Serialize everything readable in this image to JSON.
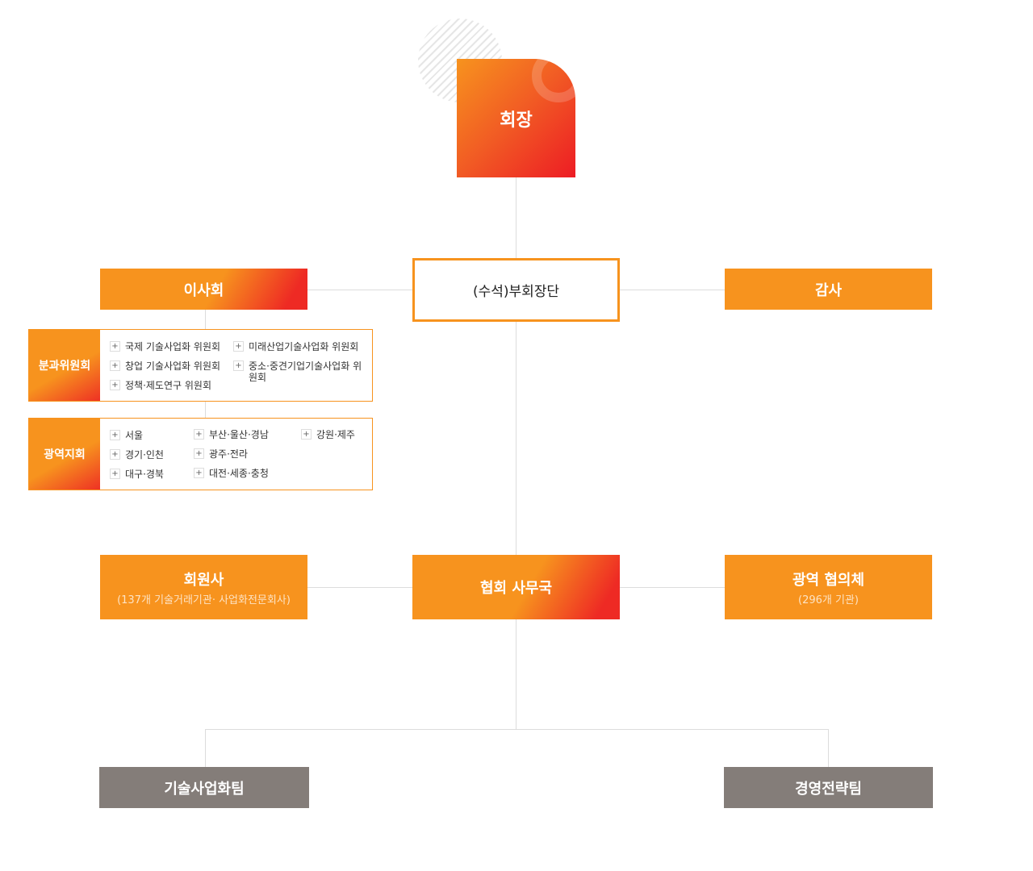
{
  "chairman": "회장",
  "vice": "(수석)부회장단",
  "board": "이사회",
  "audit": "감사",
  "committees": {
    "label": "분과위원회",
    "items": [
      "국제 기술사업화 위원회",
      "창업 기술사업화 위원회",
      "정책·제도연구 위원회",
      "미래산업기술사업화 위원회",
      "중소·중견기업기술사업화 위원회"
    ]
  },
  "branches": {
    "label": "광역지회",
    "items": [
      "서울",
      "경기·인천",
      "대구·경북",
      "부산·울산·경남",
      "광주·전라",
      "대전·세종·충청",
      "강원·제주"
    ]
  },
  "members": {
    "title": "회원사",
    "sub": "(137개 기술거래기관· 사업화전문회사)"
  },
  "secretariat": "협회 사무국",
  "regional": {
    "title": "광역 협의체",
    "sub": "(296개 기관)"
  },
  "teams": [
    "기술사업화팀",
    "경영전략팀"
  ],
  "colors": {
    "orange": "#f7931e",
    "red": "#ed1c24",
    "grey": "#847d79"
  }
}
